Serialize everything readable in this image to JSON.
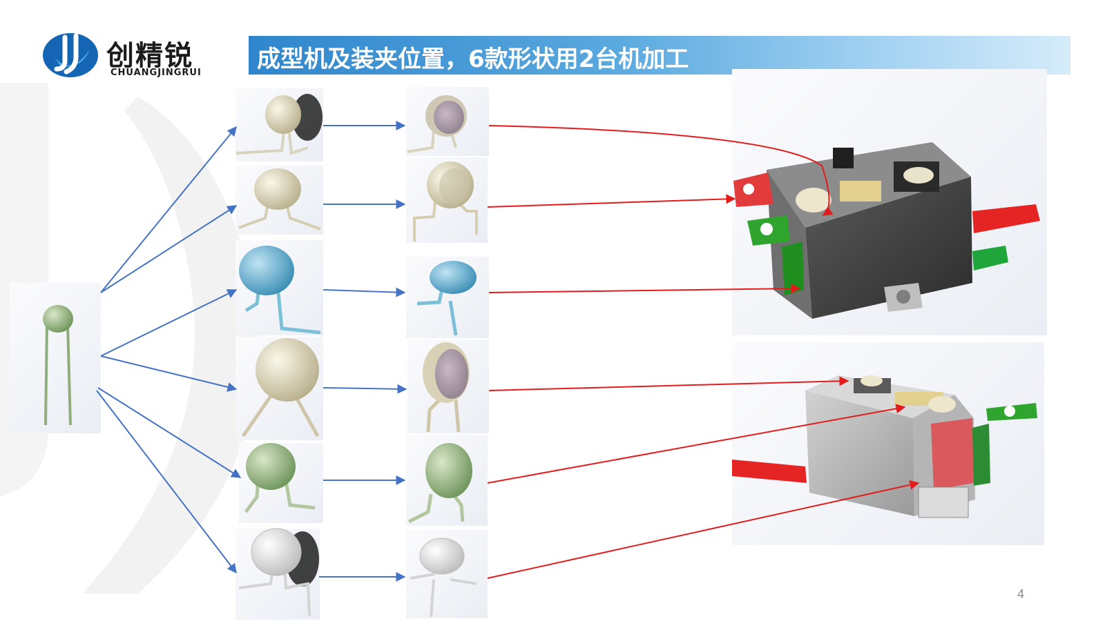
{
  "logo": {
    "cn_text": "创精锐",
    "en_text": "CHUANGJINGRUI"
  },
  "title": "成型机及装夹位置，6款形状用2台机加工",
  "page_number": "4",
  "colors": {
    "title_bar_start": "#2f86cc",
    "title_bar_end": "#d6ecfa",
    "blue_arrow": "#4472c4",
    "red_arrow": "#e31b1b"
  },
  "components": {
    "source": "raw-thermistor",
    "shapes": [
      {
        "formed": "shape-1",
        "color": "#e9e5cf",
        "holder": "upper-machine-slot-1"
      },
      {
        "formed": "shape-2",
        "color": "#ece6c8",
        "holder": "upper-machine-slot-2"
      },
      {
        "formed": "shape-3",
        "color": "#5ba9c9",
        "holder": "upper-machine-slot-3"
      },
      {
        "formed": "shape-4",
        "color": "#e6dfc6",
        "holder": "lower-machine-slot-1"
      },
      {
        "formed": "shape-5",
        "color": "#9cb989",
        "holder": "lower-machine-slot-2"
      },
      {
        "formed": "shape-6",
        "color": "#f3f3f3",
        "holder": "lower-machine-slot-3"
      }
    ]
  }
}
